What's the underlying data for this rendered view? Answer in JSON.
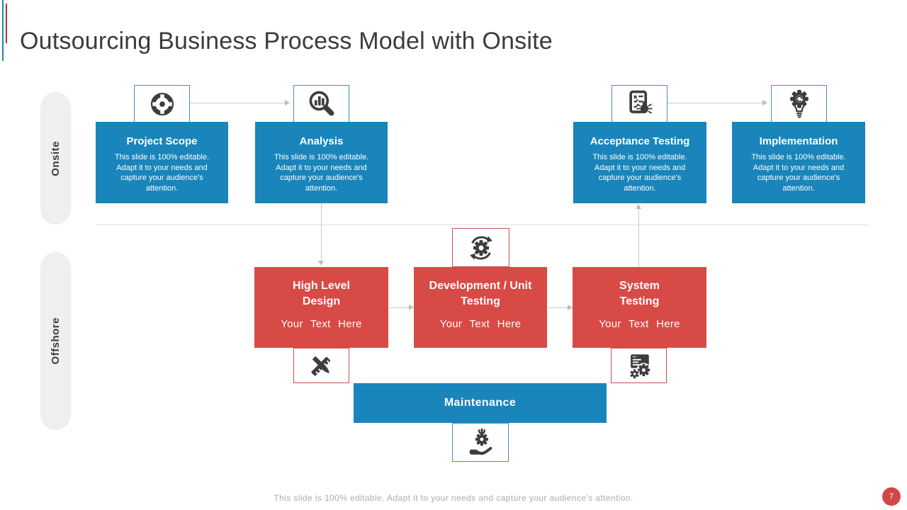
{
  "title": "Outsourcing Business Process Model with Onsite",
  "lanes": {
    "onsite": "Onsite",
    "offshore": "Offshore"
  },
  "onsite_steps": [
    {
      "label": "Project Scope",
      "desc": "This slide is 100% editable. Adapt it to your needs and capture your audience's attention.",
      "icon": "target-icon"
    },
    {
      "label": "Analysis",
      "desc": "This slide is 100% editable. Adapt it to your needs and capture your audience's attention.",
      "icon": "magnifier-chart-icon"
    },
    {
      "label": "Acceptance Testing",
      "desc": "This slide is 100% editable. Adapt it to your needs and capture your audience's attention.",
      "icon": "checklist-bug-icon"
    },
    {
      "label": "Implementation",
      "desc": "This slide is 100% editable. Adapt it to your needs and capture your audience's attention.",
      "icon": "gear-bulb-icon"
    }
  ],
  "offshore_steps": [
    {
      "label": "High Level Design",
      "text": "Your Text Here",
      "icon": "pencil-ruler-icon"
    },
    {
      "label": "Development / Unit Testing",
      "text": "Your Text Here",
      "icon": "gear-sync-icon"
    },
    {
      "label": "System Testing",
      "text": "Your Text Here",
      "icon": "window-gears-icon"
    }
  ],
  "maintenance": {
    "label": "Maintenance",
    "icon": "hand-gear-icon"
  },
  "footer": "This slide is 100% editable. Adapt it to your needs and capture your audience's attention.",
  "page_number": "7",
  "colors": {
    "primary_blue": "#1a85bb",
    "accent_red": "#d84a45",
    "icon_dark": "#3d3d3d",
    "connector_gray": "#c9c9c9",
    "lane_pill_bg": "#efefef",
    "footer_gray": "#acacac",
    "page_badge_red": "#ce4946"
  }
}
